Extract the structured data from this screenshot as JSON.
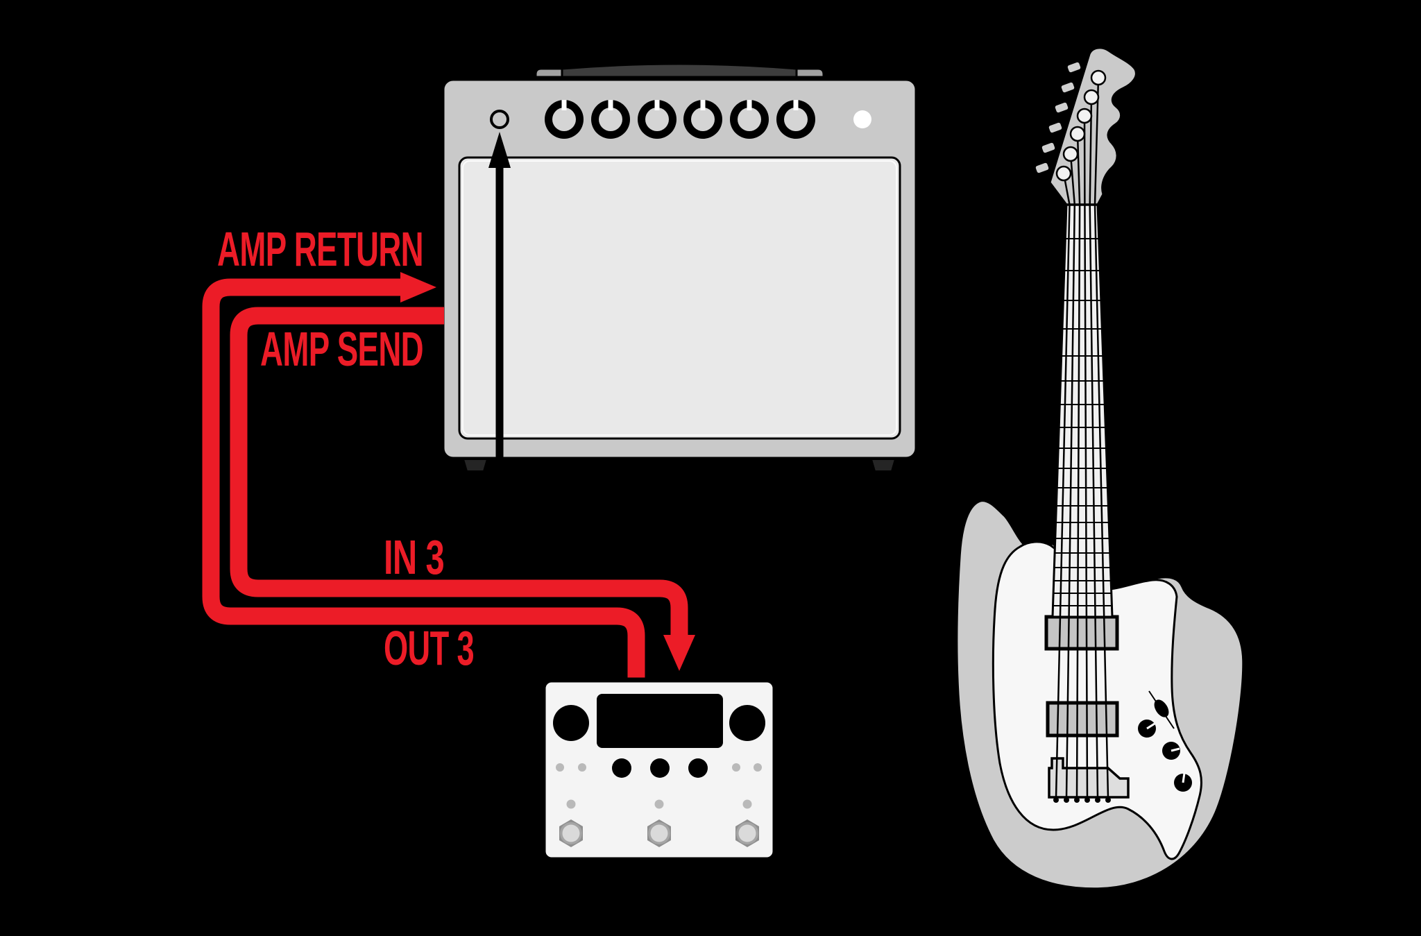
{
  "labels": {
    "amp_return": "AMP RETURN",
    "amp_send": "AMP SEND",
    "in_3": "IN 3",
    "out_3": "OUT 3"
  },
  "colors": {
    "signal_red": "#EC1C27",
    "background": "#000000",
    "amp_body": "#C9C9C9",
    "amp_grille": "#E9E9E9",
    "pedal_body": "#F4F4F4",
    "guitar_body": "#CCCCCC",
    "pickguard": "#F7F7F7"
  },
  "devices": {
    "amplifier": {
      "knob_count": 6,
      "indicator": "power-led"
    },
    "pedal": {
      "large_knob_count": 2,
      "small_knob_count": 3,
      "footswitch_count": 3
    },
    "guitar": {
      "string_count": 6,
      "pickup_count": 2,
      "knob_count": 3
    }
  }
}
